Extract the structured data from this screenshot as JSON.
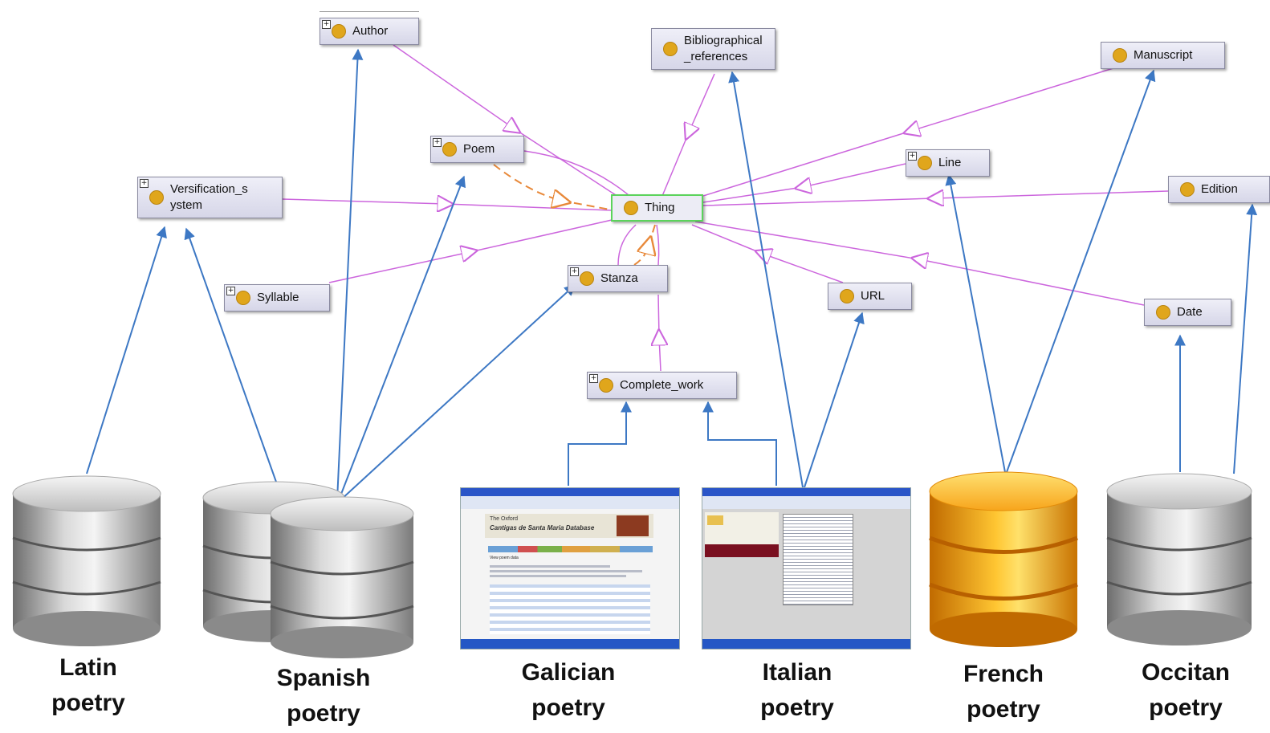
{
  "ontology": {
    "nodes": {
      "author": "Author",
      "bibliographical": "Bibliographical\n_references",
      "manuscript": "Manuscript",
      "poem": "Poem",
      "line": "Line",
      "versification": "Versification_s\nystem",
      "thing": "Thing",
      "edition": "Edition",
      "stanza": "Stanza",
      "syllable": "Syllable",
      "url": "URL",
      "date": "Date",
      "complete_work": "Complete_work"
    }
  },
  "sources": {
    "latin": [
      "Latin",
      "poetry"
    ],
    "spanish": [
      "Spanish",
      "poetry"
    ],
    "galician": [
      "Galician",
      "poetry"
    ],
    "italian": [
      "Italian",
      "poetry"
    ],
    "french": [
      "French",
      "poetry"
    ],
    "occitan": [
      "Occitan",
      "poetry"
    ]
  },
  "screens": {
    "galician": {
      "title_line1": "The Oxford",
      "title_line2": "Cantigas de Santa Maria Database",
      "heading": "View poem data"
    }
  },
  "colors": {
    "subclass_edge": "#cc66dd",
    "dashed_edge": "#e8893a",
    "mapping_arrow": "#3d78c4",
    "class_dot": "#e0a61c",
    "thing_border": "#5bd35b"
  }
}
